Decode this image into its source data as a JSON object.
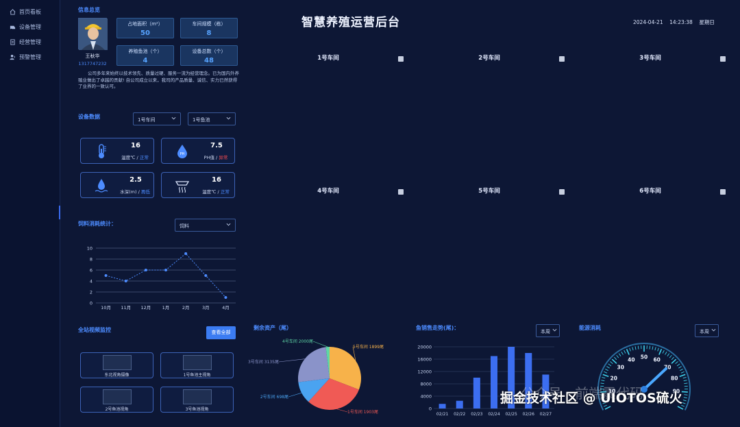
{
  "nav": {
    "items": [
      {
        "label": "首页看板",
        "icon": "home-icon"
      },
      {
        "label": "设备管理",
        "icon": "device-icon"
      },
      {
        "label": "经营管理",
        "icon": "document-icon"
      },
      {
        "label": "预警管理",
        "icon": "alert-icon"
      }
    ]
  },
  "header": {
    "title": "智慧养殖运营后台",
    "date": "2024-04-21",
    "time": "14:23:38",
    "weekday": "星期日"
  },
  "info": {
    "section_title": "信息总览",
    "user_name": "王秋华",
    "user_phone": "1317747232",
    "stats": [
      {
        "label": "占地面积（m²）",
        "value": "50"
      },
      {
        "label": "车间规模（栋）",
        "value": "8"
      },
      {
        "label": "养殖鱼池（个）",
        "value": "4"
      },
      {
        "label": "设备总数（个）",
        "value": "48"
      }
    ],
    "description": "公司多年来始终以技术领先、质量过硬、服务一流为经营理念。已为国内外养殖业做出了卓越的贡献! 自公司成立以来，我司的产品质量、诚信、实力已然获得了业界的一致认可。"
  },
  "devices": {
    "section_title": "设备数据",
    "workshop_select": "1号车间",
    "pond_select": "1号鱼池",
    "metrics": [
      {
        "value": "16",
        "label": "温度℃",
        "status": "正常",
        "status_kind": "ok",
        "icon": "thermometer-icon"
      },
      {
        "value": "7.5",
        "label": "PH值",
        "status": "异常",
        "status_kind": "bad",
        "icon": "ph-drop-icon"
      },
      {
        "value": "2.5",
        "label": "水深(m)",
        "status": "再低",
        "status_kind": "ok",
        "icon": "water-depth-icon"
      },
      {
        "value": "16",
        "label": "温度℃",
        "status": "正常",
        "status_kind": "ok",
        "icon": "heater-icon"
      }
    ]
  },
  "feed": {
    "section_title": "饲料消耗统计：",
    "select": "饲料"
  },
  "chart_data": [
    {
      "type": "line",
      "categories": [
        "10月",
        "11月",
        "12月",
        "1月",
        "2月",
        "3月",
        "4月"
      ],
      "values": [
        5,
        4,
        6,
        6,
        9,
        5,
        1
      ],
      "ylim": [
        0,
        10
      ],
      "yticks": [
        0,
        2,
        4,
        6,
        8,
        10
      ],
      "grid": true
    },
    {
      "type": "pie",
      "slices": [
        {
          "label": "5号车间 1899尾",
          "value": 1899,
          "color": "#f7b24a"
        },
        {
          "label": "1号车间 1903尾",
          "value": 1903,
          "color": "#f05a55"
        },
        {
          "label": "2号车间 698尾",
          "value": 698,
          "color": "#4aa3f0"
        },
        {
          "label": "3号车间 3135尾",
          "value": 1540,
          "color": "#8a93c9"
        },
        {
          "label": "4号车间 2000尾",
          "value": 120,
          "color": "#5fd6a6"
        }
      ]
    },
    {
      "type": "bar",
      "categories": [
        "02/21",
        "02/22",
        "02/23",
        "02/24",
        "02/25",
        "02/26",
        "02/27"
      ],
      "values": [
        1500,
        2500,
        10000,
        17000,
        20000,
        18000,
        11000
      ],
      "ylim": [
        0,
        20000
      ],
      "yticks": [
        0,
        4000,
        8000,
        12000,
        16000,
        20000
      ],
      "bar_color": "#3c6ef0",
      "grid": true
    }
  ],
  "workshops": [
    {
      "label": "1号车间"
    },
    {
      "label": "2号车间"
    },
    {
      "label": "3号车间"
    },
    {
      "label": "4号车间"
    },
    {
      "label": "5号车间"
    },
    {
      "label": "6号车间"
    }
  ],
  "video": {
    "section_title": "全站视频监控",
    "view_all": "查看全部",
    "cams": [
      {
        "label": "东北视角摄像"
      },
      {
        "label": "1号鱼池主视角"
      },
      {
        "label": "2号鱼池视角"
      },
      {
        "label": "3号鱼池视角"
      }
    ]
  },
  "stock": {
    "section_title": "剩余资产（尾）"
  },
  "sales": {
    "section_title": "鱼销售走势(尾)：",
    "select": "本周"
  },
  "energy": {
    "section_title": "能源消耗",
    "select": "本周",
    "gauge_value": 70,
    "ticks": [
      "10",
      "20",
      "30",
      "40",
      "50",
      "60",
      "70",
      "80",
      "90"
    ]
  },
  "watermark": {
    "text": "掘金技术社区 @ UIOTOS硫火",
    "overlay": "公众号 · 前端震代码"
  },
  "colors": {
    "accent": "#4d8cff",
    "panel": "#0f1c40",
    "bad": "#ff4d4f"
  }
}
